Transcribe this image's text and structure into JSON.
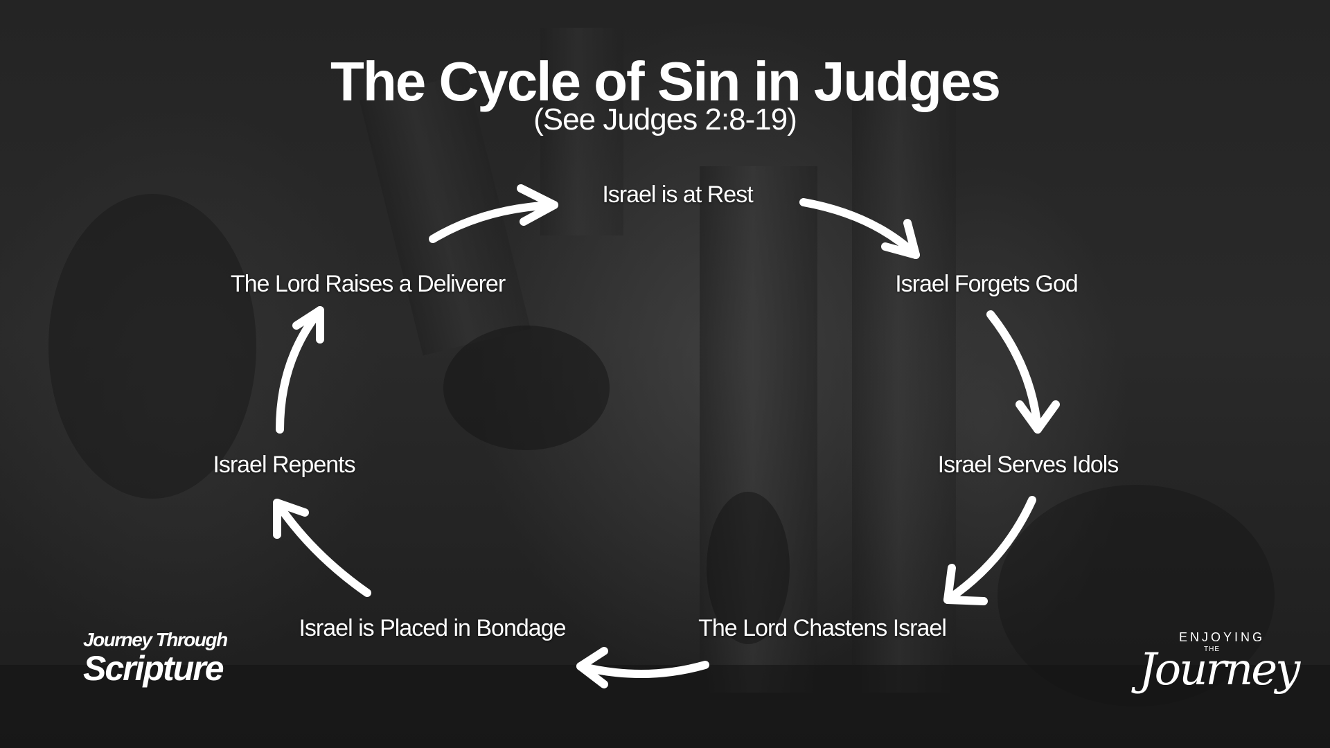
{
  "slide": {
    "title": "The Cycle of Sin in Judges",
    "subtitle": "(See Judges 2:8-19)"
  },
  "cycle": {
    "steps": [
      "Israel is at Rest",
      "Israel Forgets  God",
      "Israel Serves Idols",
      "The Lord Chastens Israel",
      "Israel is Placed in Bondage",
      "Israel Repents",
      "The Lord Raises a Deliverer"
    ],
    "arrow_color": "#ffffff"
  },
  "branding": {
    "left_logo_line1": "Journey Through",
    "left_logo_line2": "Scripture",
    "right_logo_top": "ENJOYING",
    "right_logo_middle": "THE",
    "right_logo_script": "Journey"
  }
}
